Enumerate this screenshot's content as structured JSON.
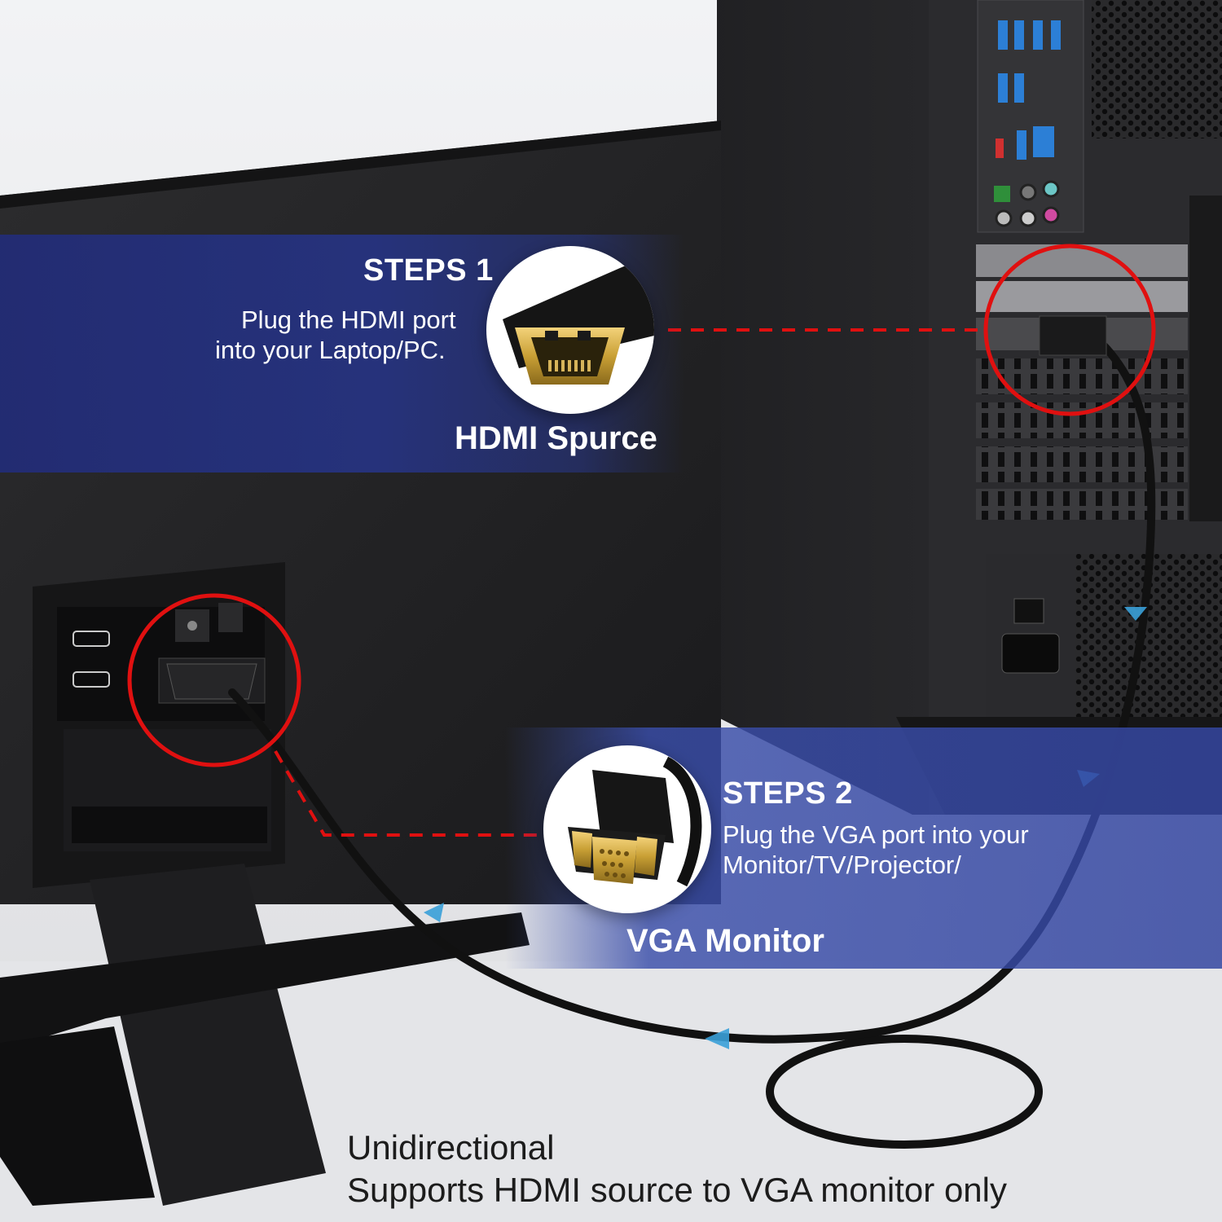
{
  "step1": {
    "title": "STEPS 1",
    "line1": "Plug the HDMI port",
    "line2": "into your Laptop/PC.",
    "caption": "HDMI Spurce"
  },
  "step2": {
    "title": "STEPS 2",
    "line1": "Plug the VGA port into your",
    "line2": "Monitor/TV/Projector/",
    "caption": "VGA Monitor"
  },
  "note": {
    "line1": "Unidirectional",
    "line2": "Supports HDMI source to VGA monitor only"
  },
  "colors": {
    "band": "#26348a",
    "highlight_ring": "#e01010",
    "gold": "#c9a035",
    "cable": "#111111",
    "arrow": "#3aa0d8"
  }
}
